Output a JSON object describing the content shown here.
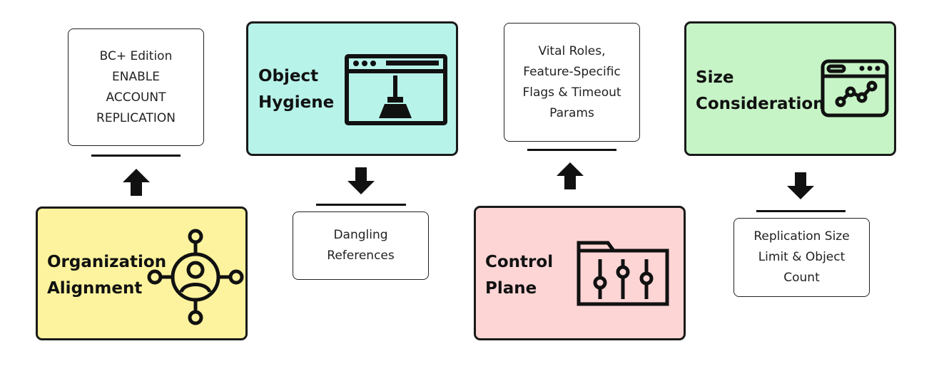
{
  "colors": {
    "organization": "#fdf39e",
    "hygiene": "#b8f3ea",
    "control": "#fdd5d5",
    "size": "#c6f4c6",
    "stroke": "#1a1a1a"
  },
  "organization": {
    "title_lines": [
      "Organization",
      "Alignment"
    ],
    "icon": "network-user-icon",
    "note_lines": [
      "BC+ Edition",
      "ENABLE",
      "ACCOUNT",
      "REPLICATION"
    ],
    "arrow": "up-arrow-icon"
  },
  "hygiene": {
    "title_lines": [
      "Object",
      "Hygiene"
    ],
    "icon": "browser-broom-icon",
    "note_lines": [
      "Dangling",
      "References"
    ],
    "arrow": "down-arrow-icon"
  },
  "control": {
    "title_lines": [
      "Control",
      "Plane"
    ],
    "icon": "folder-sliders-icon",
    "note_lines": [
      "Vital Roles,",
      "Feature-Specific",
      "Flags & Timeout",
      "Params"
    ],
    "arrow": "up-arrow-icon"
  },
  "size": {
    "title_lines": [
      "Size",
      "Consideration"
    ],
    "icon": "browser-graph-icon",
    "note_lines": [
      "Replication Size",
      "Limit & Object",
      "Count"
    ],
    "arrow": "down-arrow-icon"
  }
}
